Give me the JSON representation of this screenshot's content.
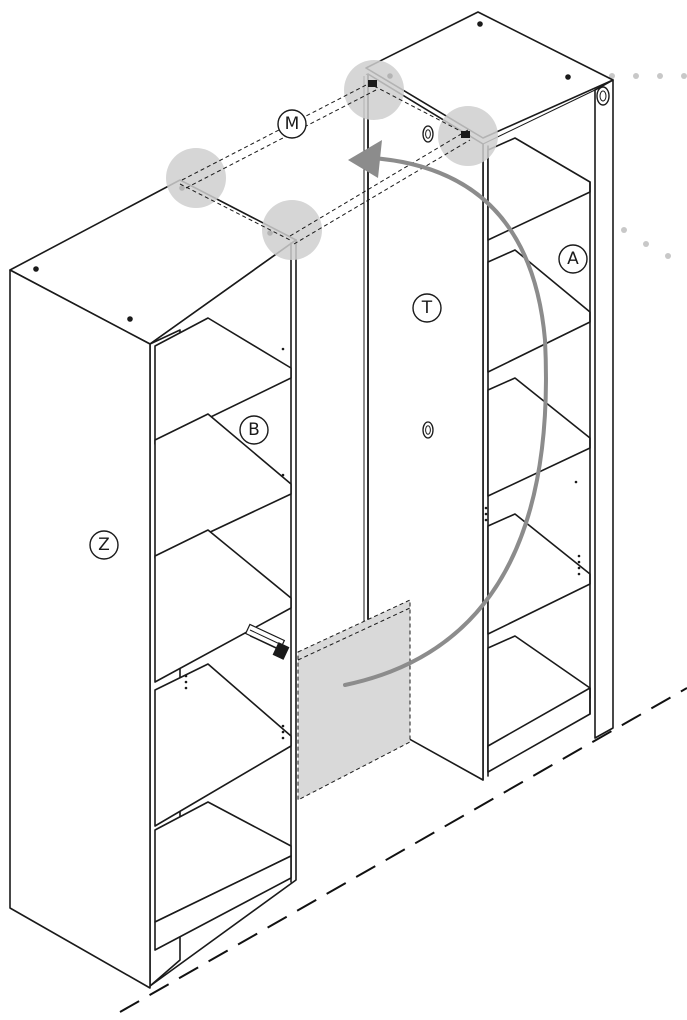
{
  "labels": {
    "a": "A",
    "b": "B",
    "m": "M",
    "t": "T",
    "z": "Z"
  },
  "colors": {
    "highlight": "#cfcfcf",
    "arrow": "#8c8c8c",
    "back_panel": "#d9d9d9",
    "line": "#1a1a1a"
  }
}
